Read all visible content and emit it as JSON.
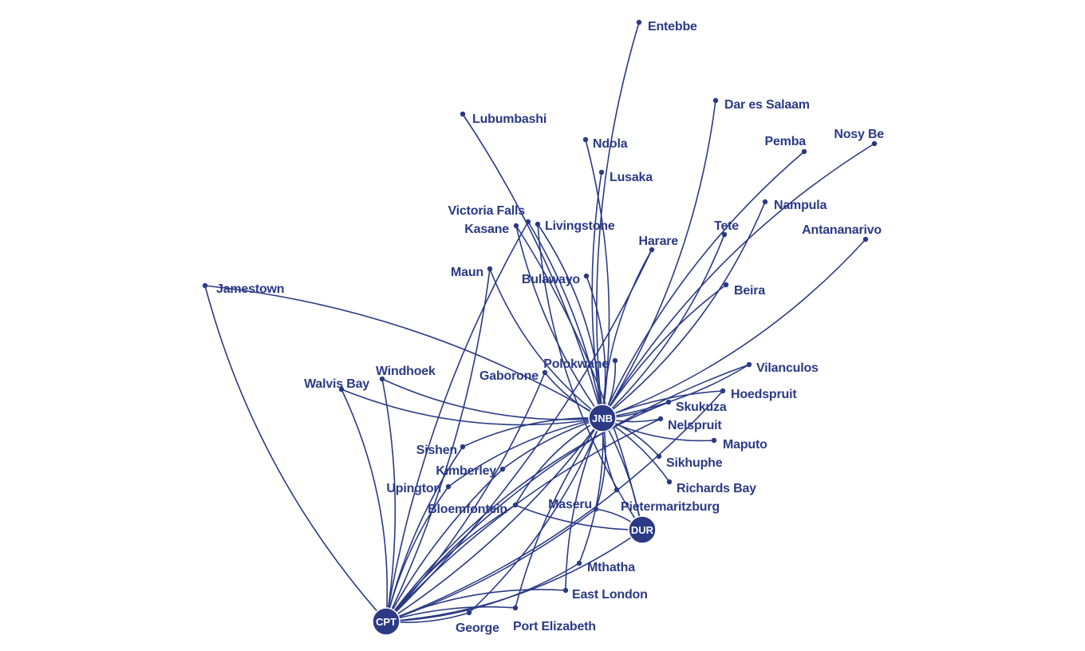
{
  "colors": {
    "ink": "#2b3a85",
    "background": "#ffffff",
    "hub_text": "#ffffff"
  },
  "hubs": [
    {
      "id": "JNB",
      "label": "JNB"
    },
    {
      "id": "CPT",
      "label": "CPT"
    },
    {
      "id": "DUR",
      "label": "DUR"
    }
  ],
  "cities": [
    {
      "id": "entebbe",
      "label": "Entebbe"
    },
    {
      "id": "lubumbashi",
      "label": "Lubumbashi"
    },
    {
      "id": "dar-es-salaam",
      "label": "Dar es Salaam"
    },
    {
      "id": "ndola",
      "label": "Ndola"
    },
    {
      "id": "pemba",
      "label": "Pemba"
    },
    {
      "id": "nosy-be",
      "label": "Nosy Be"
    },
    {
      "id": "lusaka",
      "label": "Lusaka"
    },
    {
      "id": "victoria-falls",
      "label": "Victoria Falls"
    },
    {
      "id": "nampula",
      "label": "Nampula"
    },
    {
      "id": "kasane",
      "label": "Kasane"
    },
    {
      "id": "livingstone",
      "label": "Livingstone"
    },
    {
      "id": "tete",
      "label": "Tete"
    },
    {
      "id": "antananarivo",
      "label": "Antananarivo"
    },
    {
      "id": "harare",
      "label": "Harare"
    },
    {
      "id": "maun",
      "label": "Maun"
    },
    {
      "id": "bulawayo",
      "label": "Bulawayo"
    },
    {
      "id": "jamestown",
      "label": "Jamestown"
    },
    {
      "id": "beira",
      "label": "Beira"
    },
    {
      "id": "polokwane",
      "label": "Polokwane"
    },
    {
      "id": "vilanculos",
      "label": "Vilanculos"
    },
    {
      "id": "windhoek",
      "label": "Windhoek"
    },
    {
      "id": "gaborone",
      "label": "Gaborone"
    },
    {
      "id": "walvis-bay",
      "label": "Walvis Bay"
    },
    {
      "id": "hoedspruit",
      "label": "Hoedspruit"
    },
    {
      "id": "skukuza",
      "label": "Skukuza"
    },
    {
      "id": "nelspruit",
      "label": "Nelspruit"
    },
    {
      "id": "maputo",
      "label": "Maputo"
    },
    {
      "id": "sishen",
      "label": "Sishen"
    },
    {
      "id": "sikhuphe",
      "label": "Sikhuphe"
    },
    {
      "id": "kimberley",
      "label": "Kimberley"
    },
    {
      "id": "richards-bay",
      "label": "Richards Bay"
    },
    {
      "id": "upington",
      "label": "Upington"
    },
    {
      "id": "pietermaritzburg",
      "label": "Pietermaritzburg"
    },
    {
      "id": "maseru",
      "label": "Maseru"
    },
    {
      "id": "bloemfontein",
      "label": "Bloemfontein"
    },
    {
      "id": "mthatha",
      "label": "Mthatha"
    },
    {
      "id": "east-london",
      "label": "East London"
    },
    {
      "id": "george",
      "label": "George"
    },
    {
      "id": "port-elizabeth",
      "label": "Port Elizabeth"
    }
  ],
  "routes": [
    [
      "JNB",
      "entebbe"
    ],
    [
      "JNB",
      "lubumbashi"
    ],
    [
      "JNB",
      "dar-es-salaam"
    ],
    [
      "JNB",
      "ndola"
    ],
    [
      "JNB",
      "pemba"
    ],
    [
      "JNB",
      "nosy-be"
    ],
    [
      "JNB",
      "lusaka"
    ],
    [
      "JNB",
      "victoria-falls"
    ],
    [
      "JNB",
      "nampula"
    ],
    [
      "JNB",
      "kasane"
    ],
    [
      "JNB",
      "livingstone"
    ],
    [
      "JNB",
      "tete"
    ],
    [
      "JNB",
      "antananarivo"
    ],
    [
      "JNB",
      "harare"
    ],
    [
      "JNB",
      "maun"
    ],
    [
      "JNB",
      "bulawayo"
    ],
    [
      "JNB",
      "jamestown"
    ],
    [
      "JNB",
      "beira"
    ],
    [
      "JNB",
      "polokwane"
    ],
    [
      "JNB",
      "vilanculos"
    ],
    [
      "JNB",
      "windhoek"
    ],
    [
      "JNB",
      "gaborone"
    ],
    [
      "JNB",
      "walvis-bay"
    ],
    [
      "JNB",
      "hoedspruit"
    ],
    [
      "JNB",
      "skukuza"
    ],
    [
      "JNB",
      "nelspruit"
    ],
    [
      "JNB",
      "maputo"
    ],
    [
      "JNB",
      "sishen"
    ],
    [
      "JNB",
      "sikhuphe"
    ],
    [
      "JNB",
      "kimberley"
    ],
    [
      "JNB",
      "richards-bay"
    ],
    [
      "JNB",
      "upington"
    ],
    [
      "JNB",
      "pietermaritzburg"
    ],
    [
      "JNB",
      "maseru"
    ],
    [
      "JNB",
      "bloemfontein"
    ],
    [
      "JNB",
      "mthatha"
    ],
    [
      "JNB",
      "east-london"
    ],
    [
      "JNB",
      "george"
    ],
    [
      "JNB",
      "port-elizabeth"
    ],
    [
      "JNB",
      "DUR"
    ],
    [
      "JNB",
      "CPT"
    ],
    [
      "CPT",
      "jamestown"
    ],
    [
      "CPT",
      "walvis-bay"
    ],
    [
      "CPT",
      "windhoek"
    ],
    [
      "CPT",
      "maun"
    ],
    [
      "CPT",
      "victoria-falls"
    ],
    [
      "CPT",
      "gaborone"
    ],
    [
      "CPT",
      "harare"
    ],
    [
      "CPT",
      "sishen"
    ],
    [
      "CPT",
      "kimberley"
    ],
    [
      "CPT",
      "upington"
    ],
    [
      "CPT",
      "bloemfontein"
    ],
    [
      "CPT",
      "maseru"
    ],
    [
      "CPT",
      "east-london"
    ],
    [
      "CPT",
      "george"
    ],
    [
      "CPT",
      "port-elizabeth"
    ],
    [
      "CPT",
      "DUR"
    ],
    [
      "CPT",
      "skukuza"
    ],
    [
      "CPT",
      "nelspruit"
    ],
    [
      "CPT",
      "hoedspruit"
    ],
    [
      "CPT",
      "vilanculos"
    ],
    [
      "CPT",
      "mthatha"
    ],
    [
      "DUR",
      "bloemfontein"
    ],
    [
      "DUR",
      "maseru"
    ],
    [
      "DUR",
      "kasane"
    ],
    [
      "DUR",
      "livingstone"
    ]
  ]
}
